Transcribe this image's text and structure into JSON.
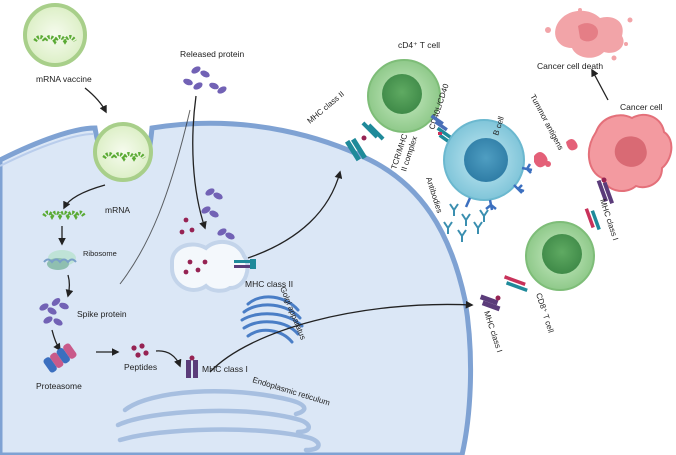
{
  "labels": {
    "mrna_vaccine": "mRNA vaccine",
    "released_protein": "Released protein",
    "mrna": "mRNA",
    "ribosome": "Ribosome",
    "spike_protein": "Spike protein",
    "proteasome": "Proteasome",
    "peptides": "Peptides",
    "mhc_class_i_cell": "MHC class I",
    "mhc_class_ii_vesicle": "MHC class II",
    "golgi_apparatus": "Golgi apparatus",
    "endoplasmic_reticulum": "Endoplasmic reticulum",
    "mhc_class_ii_membrane": "MHC class II",
    "cd4_t_cell": "cD4⁺ T cell",
    "cd40l_cd40": "CD40L/CD40",
    "tcr_mhc_complex_line1": "TCR/MHC",
    "tcr_mhc_complex_line2": "II complex",
    "b_cell": "B cell",
    "antibodies": "Antibodies",
    "tumor_antigens": "Tummor antigens",
    "cancer_cell": "Cancer cell",
    "cancer_cell_death": "Cancer cell death",
    "mhc_class_i_membrane": "MHC class I",
    "cd8_t_cell": "CD8⁺ T cell",
    "mhc_class_i_cancer": "MHC class I"
  },
  "colors": {
    "cytoplasm": "#dbe8f7",
    "membrane": "#8aaad8",
    "t_cell": "#9fd09a",
    "b_cell": "#8ecfe0",
    "cancer_cell": "#f08a90",
    "mrna": "#6aba3c",
    "protein": "#6a5aa8",
    "peptide": "#9a2250",
    "mhc_i": "#5b3c7a",
    "mhc_ii": "#1f8a9a",
    "golgi": "#4a7ec6"
  }
}
